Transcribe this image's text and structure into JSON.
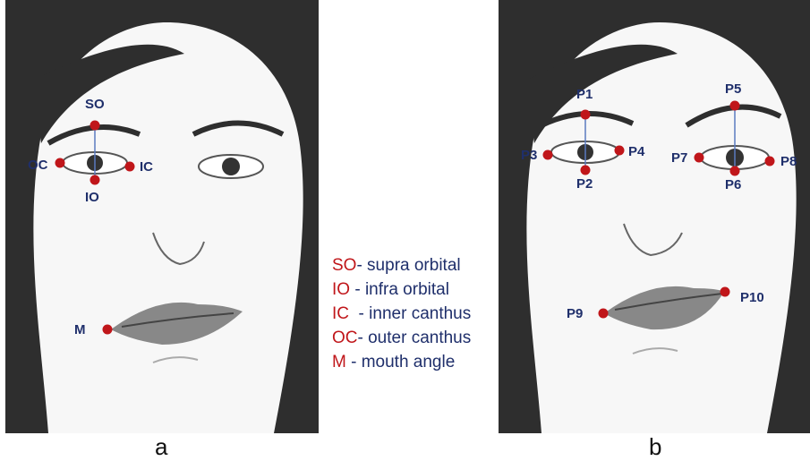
{
  "panels": [
    {
      "caption": "a"
    },
    {
      "caption": "b"
    }
  ],
  "landmarks_a": [
    "SO",
    "OC",
    "IC",
    "IO",
    "M"
  ],
  "landmarks_b": [
    "P1",
    "P2",
    "P3",
    "P4",
    "P5",
    "P6",
    "P7",
    "P8",
    "P9",
    "P10"
  ],
  "legend": [
    {
      "abbr": "SO",
      "text": "- supra orbital"
    },
    {
      "abbr": "IO",
      "text": " - infra orbital"
    },
    {
      "abbr": "IC",
      "text": "  - inner canthus"
    },
    {
      "abbr": "OC",
      "text": "- outer canthus"
    },
    {
      "abbr": "M",
      "text": " - mouth angle"
    }
  ],
  "colors": {
    "point": "#c0161a",
    "label": "#1f2f6b",
    "hair": "#2e2e2e",
    "skin": "#f7f7f7"
  }
}
